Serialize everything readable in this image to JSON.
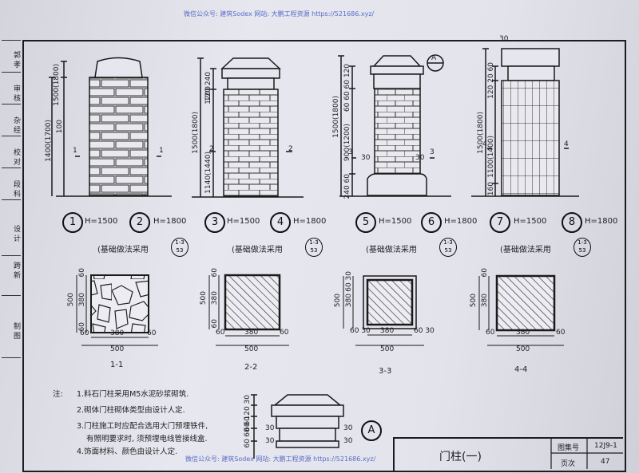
{
  "watermark": "微信公众号: 建筑Sodex 网站: 大鹏工程资源 https://521686.xyz/",
  "side_labels": [
    "郭 孝",
    "审 核",
    "杂 经",
    "校 对",
    "段 科",
    "设 计",
    "跨 新",
    "制 图"
  ],
  "elevations": [
    {
      "dims": [
        "1500(1800)",
        "1400(1700)",
        "100"
      ],
      "cut": "1"
    },
    {
      "dims": [
        "1500(1800)",
        "1140(1440)",
        "120  240",
        "1200"
      ],
      "cut": "2"
    },
    {
      "dims": [
        "1500(1800)",
        "900(1200)",
        "60 60 60 120",
        "240  60"
      ],
      "cut": "3",
      "offset": "30"
    },
    {
      "dims": [
        "1500(1800)",
        "1100(1400)",
        "120  20  60",
        "160"
      ],
      "cut": "4",
      "top": "30"
    }
  ],
  "markers": [
    {
      "num": "1",
      "h": "H=1500"
    },
    {
      "num": "2",
      "h": "H=1800"
    },
    {
      "num": "3",
      "h": "H=1500"
    },
    {
      "num": "4",
      "h": "H=1800"
    },
    {
      "num": "5",
      "h": "H=1500"
    },
    {
      "num": "6",
      "h": "H=1800"
    },
    {
      "num": "7",
      "h": "H=1500"
    },
    {
      "num": "8",
      "h": "H=1800"
    }
  ],
  "foundation_note": "(基础做法采用",
  "foundation_ref": "1-3 53",
  "sections": [
    {
      "label": "1-1",
      "outer": "500",
      "inner": "380",
      "margin": "60"
    },
    {
      "label": "2-2",
      "outer": "500",
      "inner": "380",
      "margin": "60"
    },
    {
      "label": "3-3",
      "outer": "500",
      "inner": "380",
      "margin": "60 30"
    },
    {
      "label": "4-4",
      "outer": "500",
      "inner": "380",
      "margin": "60"
    }
  ],
  "notes": {
    "heading": "注:",
    "items": [
      "1.料石门柱采用M5水泥砂浆砌筑.",
      "2.砌体门柱砌体类型由设计人定.",
      "3.门柱施工时应配合选用大门预埋铁件,",
      "有照明要求时, 须预埋电线管接线盒.",
      "4.饰面材料、颜色由设计人定."
    ]
  },
  "detail": {
    "marker": "A",
    "label": "A",
    "dims": [
      "60 120 30",
      "60 60",
      "60"
    ],
    "offset": "30"
  },
  "title_block": {
    "title": "门柱(一)",
    "atlas_label": "图集号",
    "atlas_no": "12J9-1",
    "page_label": "页次",
    "page_no": "47"
  }
}
